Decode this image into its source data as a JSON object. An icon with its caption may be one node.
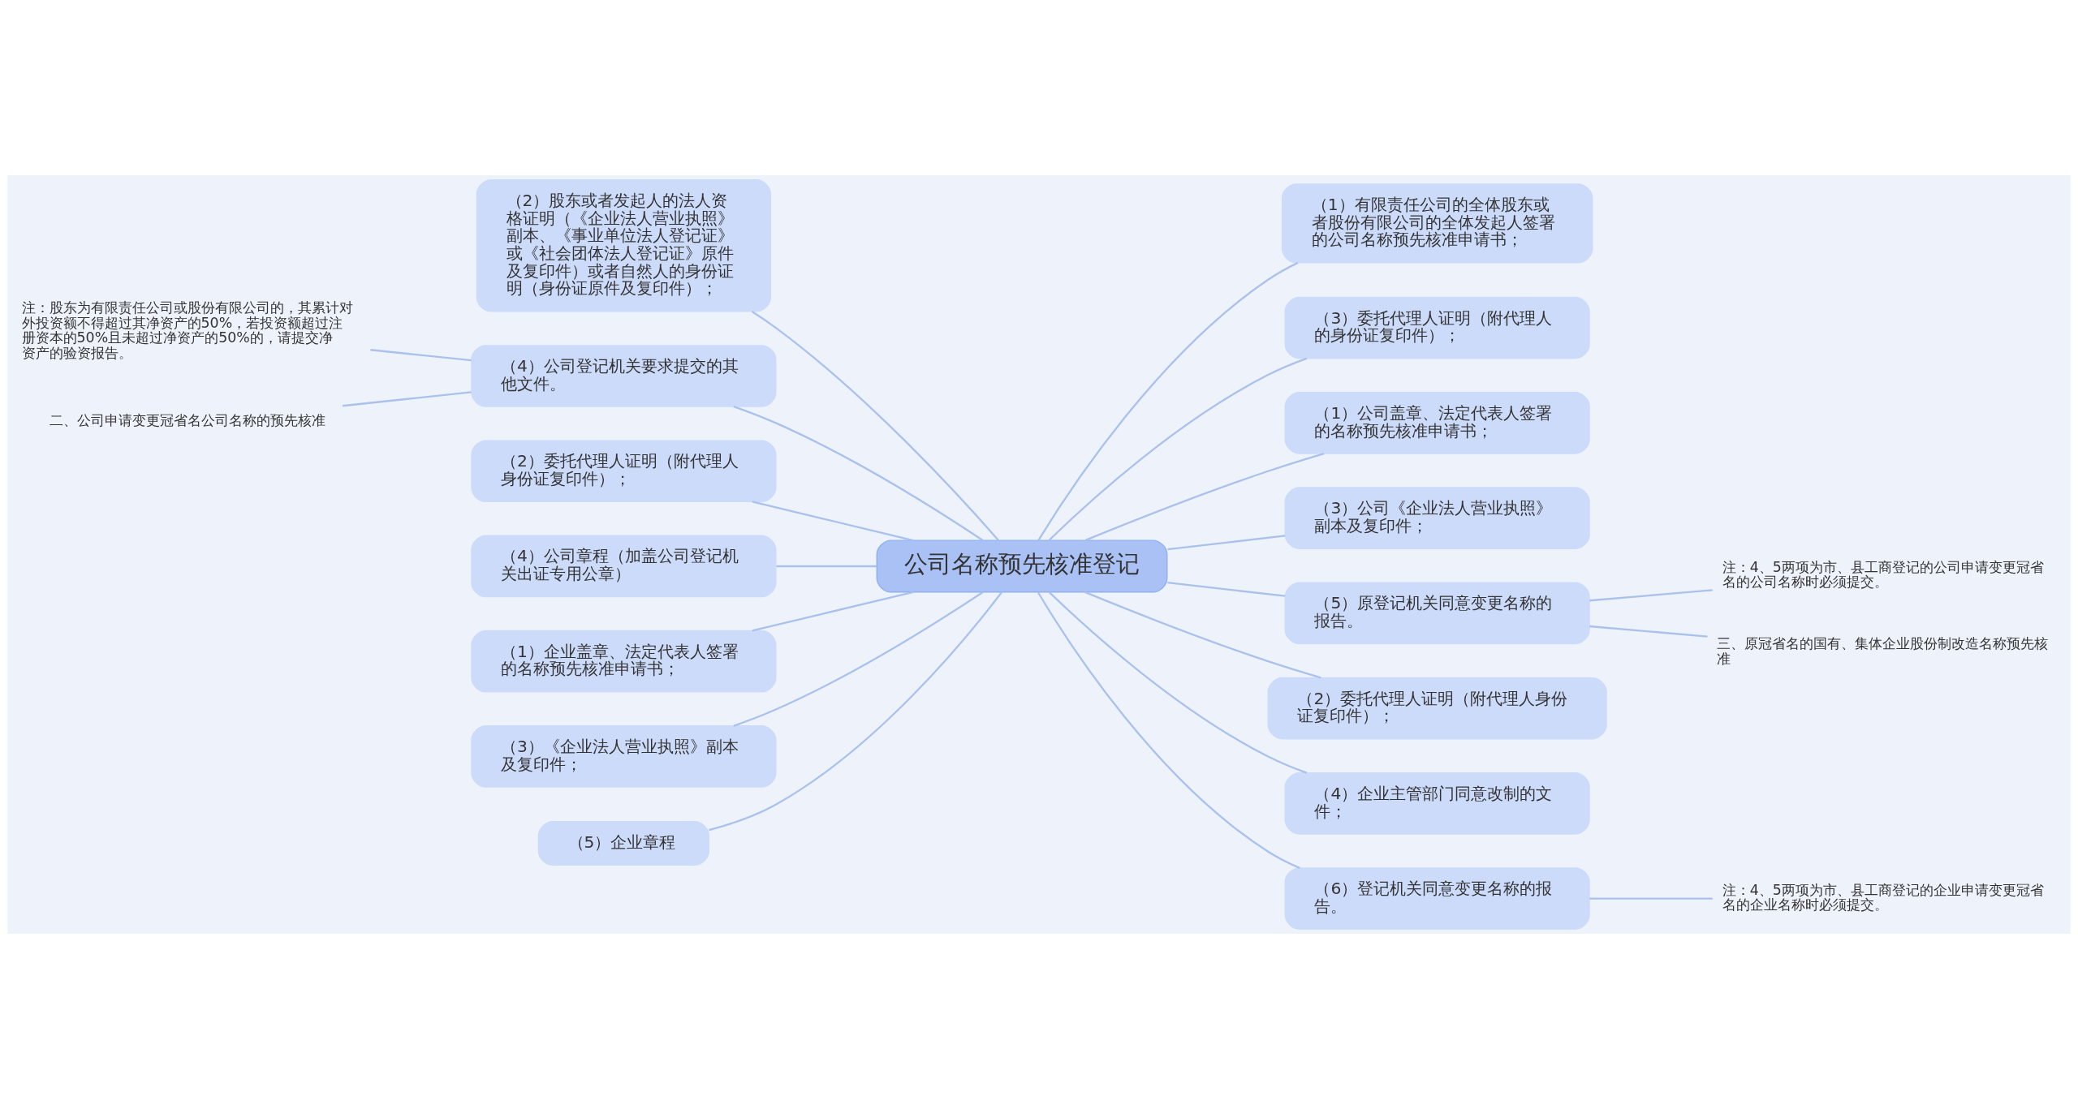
{
  "diagram": {
    "nodes": [
      {
        "text": [
          "公司名称预先核准登记"
        ]
      },
      {
        "text": [
          "（2）股东或者发起人的法人资格证明（《企业法人营业执照》副本、《事业单位法人登记证》或《社会团体法人登记证》原件及复印件）或者自然人的身份证明（身份证原件及复印件）；"
        ]
      },
      {
        "text": [
          "（4）公司登记机关要求提交的其他文件。"
        ]
      },
      {
        "text": [
          "（2）委托代理人证明（附代理人身份证复印件）；"
        ]
      },
      {
        "text": [
          "（4）公司章程（加盖公司登记机关出证专用公章）"
        ]
      },
      {
        "text": [
          "（1）企业盖章、法定代表人签署的名称预先核准申请书；"
        ]
      },
      {
        "text": [
          "（3）《企业法人营业执照》副本及复印件；"
        ]
      },
      {
        "text": [
          "（5）企业章程"
        ]
      },
      {
        "text": [
          "（1）有限责任公司的全体股东或者股份有限公司的全体发起人签署的公司名称预先核准申请书；"
        ]
      },
      {
        "text": [
          "（3）委托代理人证明（附代理人的身份证复印件）；"
        ]
      },
      {
        "text": [
          "（1）公司盖章、法定代表人签署的名称预先核准申请书；"
        ]
      },
      {
        "text": [
          "（3）公司《企业法人营业执照》副本及复印件；"
        ]
      },
      {
        "text": [
          "（5）原登记机关同意变更名称的报告。"
        ]
      },
      {
        "text": [
          "（2）委托代理人证明（附代理人身份证复印件）；"
        ]
      },
      {
        "text": [
          "（4）企业主管部门同意改制的文件；"
        ]
      },
      {
        "text": [
          "（6）登记机关同意变更名称的报告。"
        ]
      },
      {
        "text": [
          "注：股东为有限责任公司或股份有限公司的，其累计对外投资额不得超过其净资产的50%，若投资额超过注册资本的50%且未超过净资产的50%的，请提交净资产的验资报告。"
        ]
      },
      {
        "text": [
          "二、公司申请变更冠省名公司名称的预先核准"
        ]
      },
      {
        "text": [
          "注：4、5两项为市、县工商登记的公司申请变更冠省名的公司名称时必须提交。"
        ]
      },
      {
        "text": [
          "三、原冠省名的国有、集体企业股份制改造名称预先核准"
        ]
      },
      {
        "text": [
          "注：4、5两项为市、县工商登记的企业申请变更冠省名的企业名称时必须提交。"
        ]
      }
    ],
    "edges": [
      {
        "from": 0,
        "to": 1,
        "arrow": "none"
      },
      {
        "from": 0,
        "to": 2,
        "arrow": "none"
      },
      {
        "from": 0,
        "to": 3,
        "arrow": "none"
      },
      {
        "from": 0,
        "to": 4,
        "arrow": "none"
      },
      {
        "from": 0,
        "to": 5,
        "arrow": "none"
      },
      {
        "from": 0,
        "to": 6,
        "arrow": "none"
      },
      {
        "from": 0,
        "to": 7,
        "arrow": "none"
      },
      {
        "from": 0,
        "to": 8,
        "arrow": "none"
      },
      {
        "from": 0,
        "to": 9,
        "arrow": "none"
      },
      {
        "from": 0,
        "to": 10,
        "arrow": "none"
      },
      {
        "from": 0,
        "to": 11,
        "arrow": "none"
      },
      {
        "from": 0,
        "to": 12,
        "arrow": "none"
      },
      {
        "from": 0,
        "to": 13,
        "arrow": "none"
      },
      {
        "from": 0,
        "to": 14,
        "arrow": "none"
      },
      {
        "from": 0,
        "to": 15,
        "arrow": "none"
      },
      {
        "from": 2,
        "to": 16,
        "arrow": "none"
      },
      {
        "from": 2,
        "to": 17,
        "arrow": "none"
      },
      {
        "from": 12,
        "to": 18,
        "arrow": "none"
      },
      {
        "from": 12,
        "to": 19,
        "arrow": "none"
      },
      {
        "from": 15,
        "to": 20,
        "arrow": "none"
      }
    ]
  }
}
